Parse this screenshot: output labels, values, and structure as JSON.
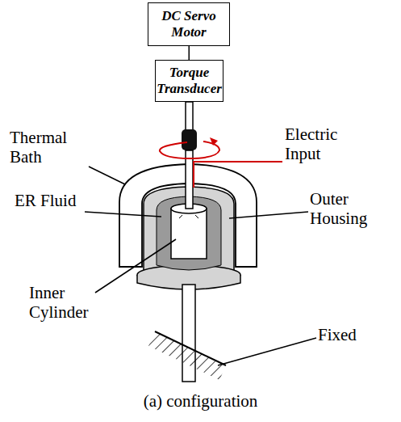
{
  "diagram": {
    "caption": "(a) configuration",
    "nodes": [
      {
        "text": [
          "DC Servo Motor"
        ]
      },
      {
        "text": [
          "Torque Transducer"
        ]
      }
    ],
    "edges": [
      {
        "from": 0,
        "to": 1,
        "arrow": "none"
      }
    ],
    "labels": [
      "Thermal Bath",
      "Electric Input",
      "ER Fluid",
      "Outer Housing",
      "Inner Cylinder",
      "Fixed"
    ]
  }
}
